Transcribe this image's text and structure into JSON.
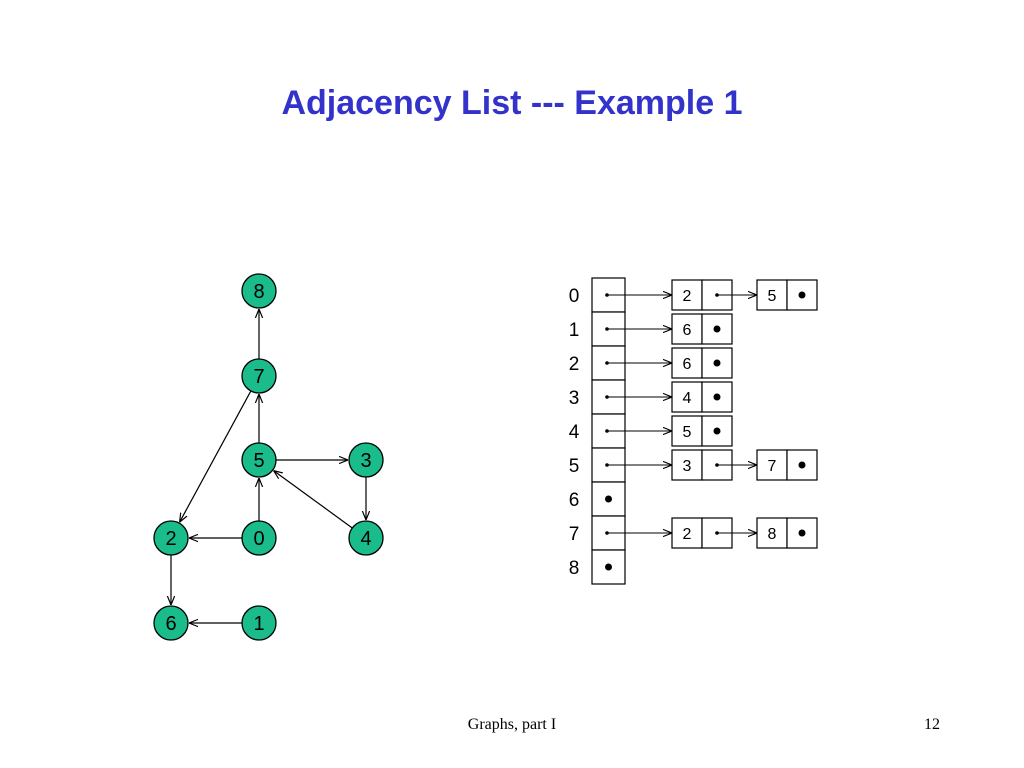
{
  "title": "Adjacency List --- Example 1",
  "footer": {
    "left": "Graphs, part I",
    "page": "12"
  },
  "colors": {
    "title": "#3333cc",
    "node_fill": "#1abc8c",
    "stroke": "#000000"
  },
  "graph": {
    "nodes": [
      "0",
      "1",
      "2",
      "3",
      "4",
      "5",
      "6",
      "7",
      "8"
    ],
    "edges": [
      [
        "0",
        "2"
      ],
      [
        "0",
        "5"
      ],
      [
        "1",
        "6"
      ],
      [
        "2",
        "6"
      ],
      [
        "3",
        "4"
      ],
      [
        "4",
        "5"
      ],
      [
        "5",
        "3"
      ],
      [
        "5",
        "7"
      ],
      [
        "7",
        "2"
      ],
      [
        "7",
        "8"
      ]
    ]
  },
  "adjacency": [
    {
      "label": "0",
      "list": [
        "2",
        "5"
      ]
    },
    {
      "label": "1",
      "list": [
        "6"
      ]
    },
    {
      "label": "2",
      "list": [
        "6"
      ]
    },
    {
      "label": "3",
      "list": [
        "4"
      ]
    },
    {
      "label": "4",
      "list": [
        "5"
      ]
    },
    {
      "label": "5",
      "list": [
        "3",
        "7"
      ]
    },
    {
      "label": "6",
      "list": []
    },
    {
      "label": "7",
      "list": [
        "2",
        "8"
      ]
    },
    {
      "label": "8",
      "list": []
    }
  ]
}
